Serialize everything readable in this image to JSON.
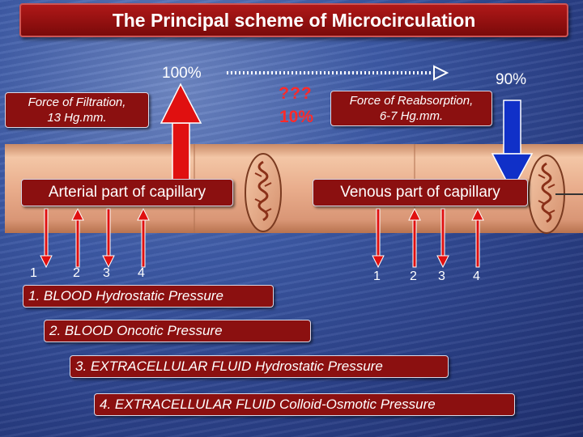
{
  "title": "The Principal scheme of Microcirculation",
  "filtration": {
    "label_line1": "Force of Filtration,",
    "label_line2": "13 Hg.mm.",
    "percent": "100%"
  },
  "middle": {
    "unknown": "???",
    "percent": "10%"
  },
  "reabsorption": {
    "label_line1": "Force of Reabsorption,",
    "label_line2": "6-7 Hg.mm.",
    "percent": "90%"
  },
  "arterial_label": "Arterial part of capillary",
  "venous_label": "Venous part of capillary",
  "arterial_numbers": [
    "1",
    "2",
    "3",
    "4"
  ],
  "venous_numbers": [
    "1",
    "2",
    "3",
    "4"
  ],
  "legend": [
    "1. BLOOD Hydrostatic Pressure",
    "2. BLOOD  Oncotic Pressure",
    "3. EXTRACELLULAR FLUID Hydrostatic Pressure",
    "4. EXTRACELLULAR FLUID Colloid-Osmotic Pressure"
  ],
  "colors": {
    "box_fill": "#8b1010",
    "arrow_red": "#e01010",
    "arrow_blue": "#1030c8",
    "capillary": "#e8b090"
  }
}
